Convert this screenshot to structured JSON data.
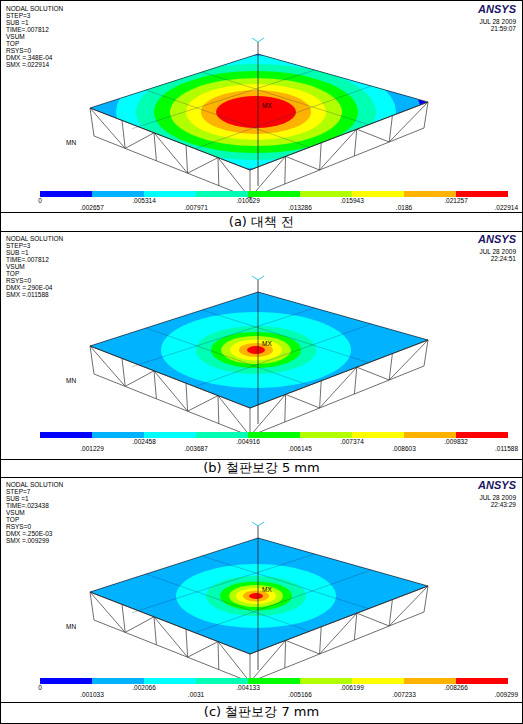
{
  "diagram": {
    "nodes": [
      {
        "text": [
          "(a) 대책 전"
        ]
      },
      {
        "text": [
          "(b) 철판보강 5 mm"
        ]
      },
      {
        "text": [
          "(c) 철판보강 7 mm"
        ]
      }
    ],
    "labels": [
      "NODAL SOLUTION",
      "STEP=3",
      "SUB =1",
      "TIME=.007812",
      "VSUM",
      "TOP",
      "RSYS=0",
      "DMX =.348E-04",
      "SMX =.022914",
      "ANSYS",
      "JUL 28 2009",
      "21:59:07",
      "MX",
      "MN",
      "0",
      ".002657",
      ".005314",
      ".007971",
      ".010629",
      ".013286",
      ".015943",
      ".0186",
      ".021257",
      ".022914",
      "NODAL SOLUTION",
      "STEP=3",
      "SUB =1",
      "TIME=.007812",
      "VSUM",
      "TOP",
      "RSYS=0",
      "DMX =.290E-04",
      "SMX =.011588",
      "ANSYS",
      "JUL 28 2009",
      "22:24:51",
      "MX",
      "MN",
      ".001229",
      ".002458",
      ".003687",
      ".004916",
      ".006145",
      ".007374",
      ".008603",
      ".009832",
      ".011588",
      "NODAL SOLUTION",
      "STEP=7",
      "SUB =1",
      "TIME=.023438",
      "VSUM",
      "TOP",
      "RSYS=0",
      "DMX =.250E-03",
      "SMX =.009299",
      "ANSYS",
      "JUL 28 2009",
      "22:43:29",
      "MX",
      "MN",
      "0",
      ".001033",
      ".002066",
      ".0031",
      ".004133",
      ".005166",
      ".006199",
      ".007233",
      ".008266",
      ".009299"
    ]
  }
}
